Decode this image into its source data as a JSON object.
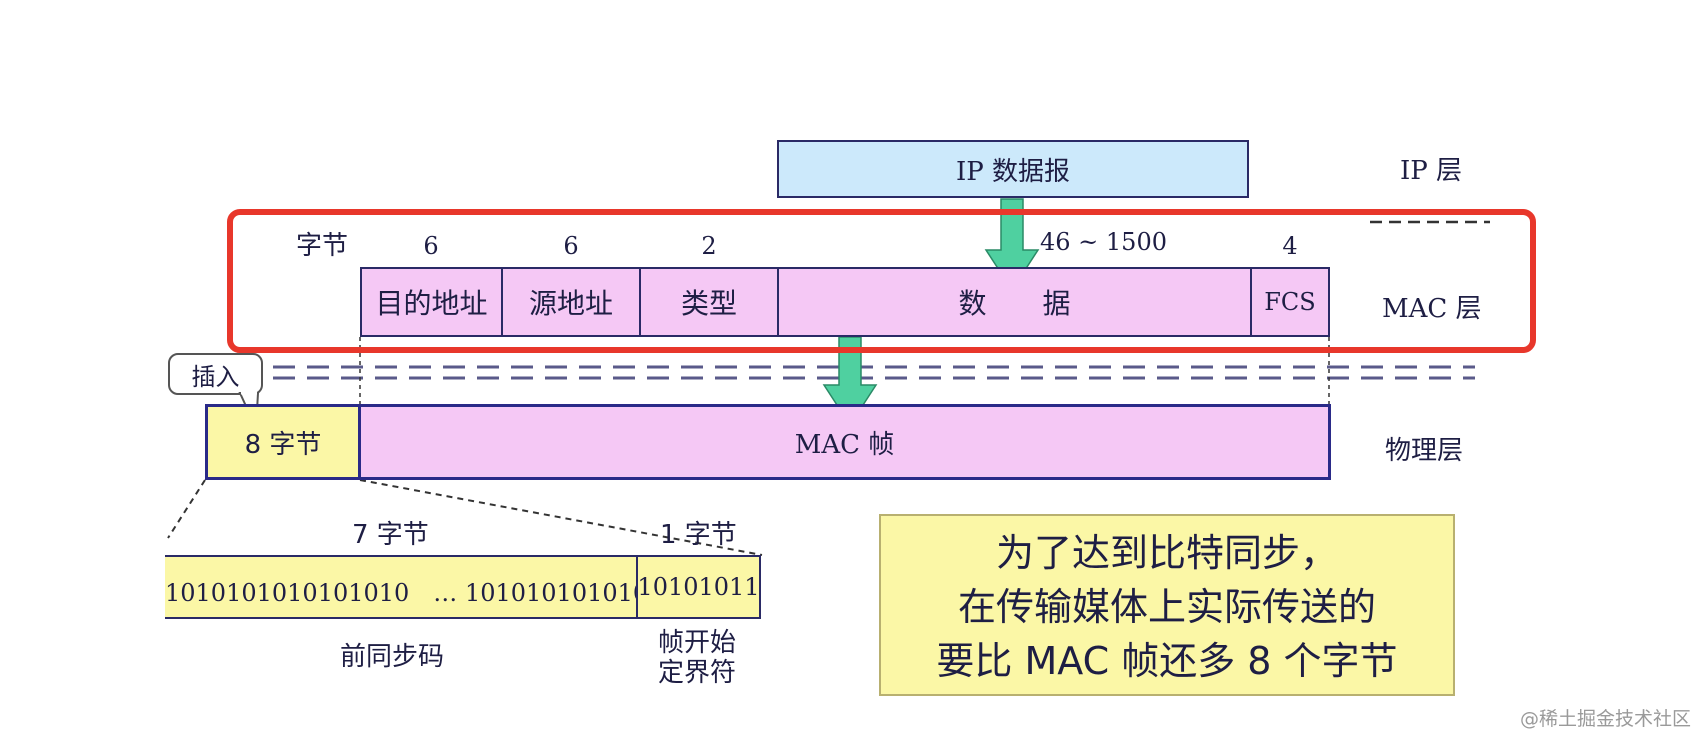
{
  "ip_layer": {
    "datagram_label": "IP 数据报",
    "layer_label": "IP 层"
  },
  "mac_layer": {
    "bytes_caption": "字节",
    "fields": [
      {
        "bytes": "6",
        "name": "目的地址"
      },
      {
        "bytes": "6",
        "name": "源地址"
      },
      {
        "bytes": "2",
        "name": "类型"
      },
      {
        "bytes": "46 ~ 1500",
        "name": "数　　据"
      },
      {
        "bytes": "4",
        "name": "FCS"
      }
    ],
    "layer_label": "MAC 层"
  },
  "insert_callout": "插入",
  "physical_layer": {
    "preamble_box": "8 字节",
    "frame_box": "MAC 帧",
    "layer_label": "物理层"
  },
  "preamble_detail": {
    "seven_bytes": "7 字节",
    "one_byte": "1 字节",
    "bits_left": "1010101010101010　… 101010101010",
    "bits_right": "10101011",
    "preamble_label": "前同步码",
    "sfd_label_line1": "帧开始",
    "sfd_label_line2": "定界符"
  },
  "note": {
    "line1": "为了达到比特同步，",
    "line2": "在传输媒体上实际传送的",
    "line3": "要比 MAC 帧还多 8 个字节"
  },
  "watermark": "@稀土掘金技术社区",
  "colors": {
    "ip_box": "#cce9fb",
    "mac_fields": "#f5c8f5",
    "preamble": "#fbf7a6",
    "arrow": "#4fd0a0",
    "highlight": "#e8372b"
  }
}
